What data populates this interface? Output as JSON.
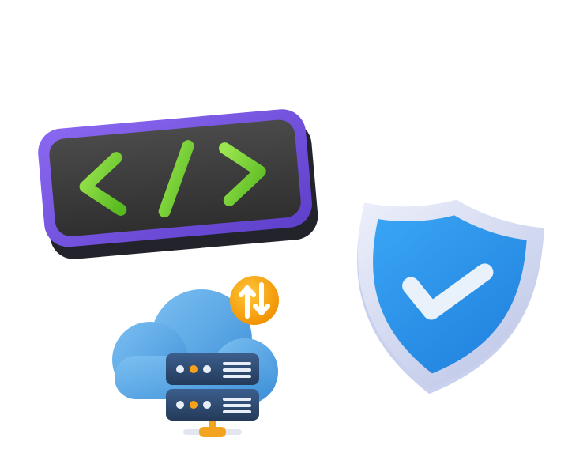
{
  "scene": {
    "background": "#ffffff",
    "illustrations": [
      {
        "name": "code-tag-badge",
        "glyph": "</>",
        "frame_color": "#7b57e6",
        "panel_color": "#3f3f3f",
        "glyph_color": "#7ed321"
      },
      {
        "name": "security-shield",
        "outer_color": "#d8dff5",
        "inner_color": "#2f97ef",
        "check_color": "#e9f2fb"
      },
      {
        "name": "cloud-server",
        "cloud_color": "#5aa8e6",
        "server_color": "#2f4a73",
        "sync_badge_color": "#f5a300"
      }
    ]
  }
}
